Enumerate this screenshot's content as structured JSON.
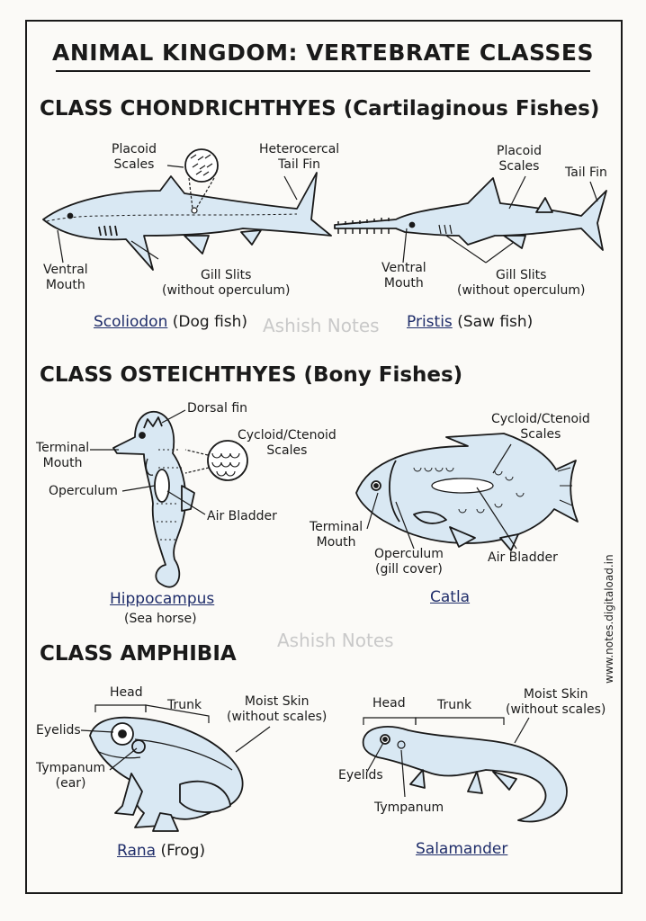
{
  "title": "ANIMAL KINGDOM: VERTEBRATE CLASSES",
  "watermark": "Ashish Notes",
  "side_url": "www.notes.digitaload.in",
  "colors": {
    "body": "#d9e8f3",
    "ink": "#1a1a1a",
    "name": "#1f2d6a"
  },
  "chondrichthyes": {
    "heading": "CLASS CHONDRICHTHYES (Cartilaginous Fishes)",
    "dogfish": {
      "labels": {
        "placoid": "Placoid\nScales",
        "tail": "Heterocercal\nTail Fin",
        "mouth": "Ventral\nMouth",
        "gills": "Gill Slits\n(without operculum)"
      },
      "name": "Scoliodon",
      "common": "(Dog fish)"
    },
    "sawfish": {
      "labels": {
        "placoid": "Placoid\nScales",
        "tail": "Tail Fin",
        "mouth": "Ventral\nMouth",
        "gills": "Gill Slits\n(without operculum)"
      },
      "name": "Pristis",
      "common": "(Saw fish)"
    }
  },
  "osteichthyes": {
    "heading": "CLASS OSTEICHTHYES (Bony Fishes)",
    "seahorse": {
      "labels": {
        "dorsal": "Dorsal fin",
        "mouth": "Terminal\nMouth",
        "scales": "Cycloid/Ctenoid\nScales",
        "operculum": "Operculum",
        "bladder": "Air Bladder"
      },
      "name": "Hippocampus",
      "common": "(Sea horse)"
    },
    "catla": {
      "labels": {
        "scales": "Cycloid/Ctenoid\nScales",
        "mouth": "Terminal\nMouth",
        "operculum": "Operculum\n(gill cover)",
        "bladder": "Air Bladder"
      },
      "name": "Catla"
    }
  },
  "amphibia": {
    "heading": "CLASS AMPHIBIA",
    "frog": {
      "labels": {
        "head": "Head",
        "trunk": "Trunk",
        "skin": "Moist Skin\n(without scales)",
        "eyelids": "Eyelids",
        "tympanum": "Tympanum\n(ear)"
      },
      "name": "Rana",
      "common": "(Frog)"
    },
    "salamander": {
      "labels": {
        "head": "Head",
        "trunk": "Trunk",
        "skin": "Moist Skin\n(without scales)",
        "eyelids": "Eyelids",
        "tympanum": "Tympanum"
      },
      "name": "Salamander"
    }
  }
}
